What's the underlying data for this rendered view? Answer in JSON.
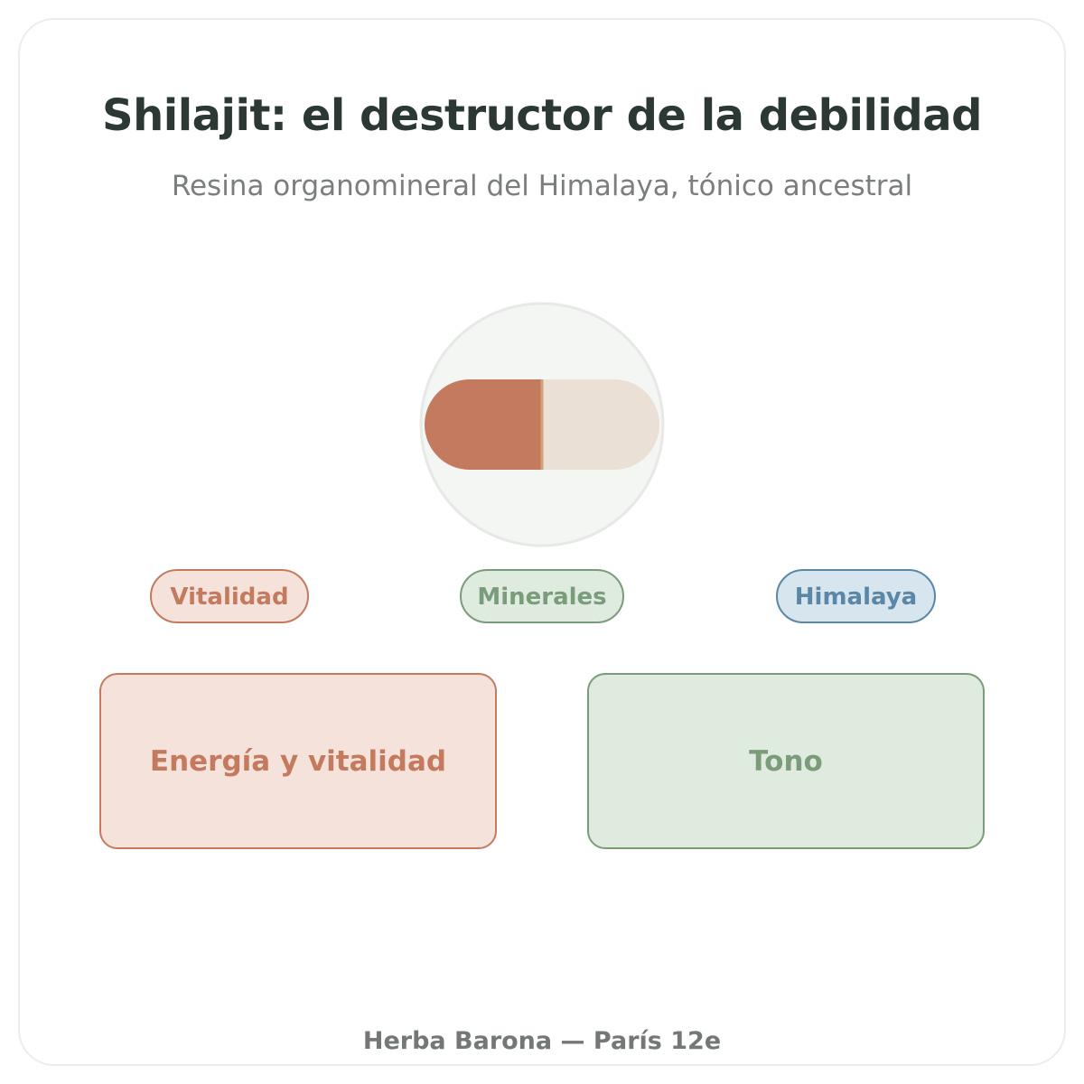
{
  "title": "Shilajit: el destructor de la debilidad",
  "subtitle": "Resina organomineral del Himalaya, tónico ancestral",
  "illustration": {
    "icon": "capsule-icon",
    "colors": {
      "circle_fill": "#f4f6f3",
      "circle_stroke": "#e6e9e5",
      "capsule_left": "#c47a5e",
      "capsule_right": "#ebe0d5",
      "seam": "#d4a27a"
    }
  },
  "tags": [
    {
      "label": "Vitalidad",
      "color": "#c47a5e"
    },
    {
      "label": "Minerales",
      "color": "#7a9c7a"
    },
    {
      "label": "Himalaya",
      "color": "#5a87a6"
    }
  ],
  "benefits": [
    {
      "label": "Energía y vitalidad",
      "color": "#c47a5e"
    },
    {
      "label": "Tono",
      "color": "#7a9c7a"
    }
  ],
  "footer": "Herba Barona — París 12e"
}
